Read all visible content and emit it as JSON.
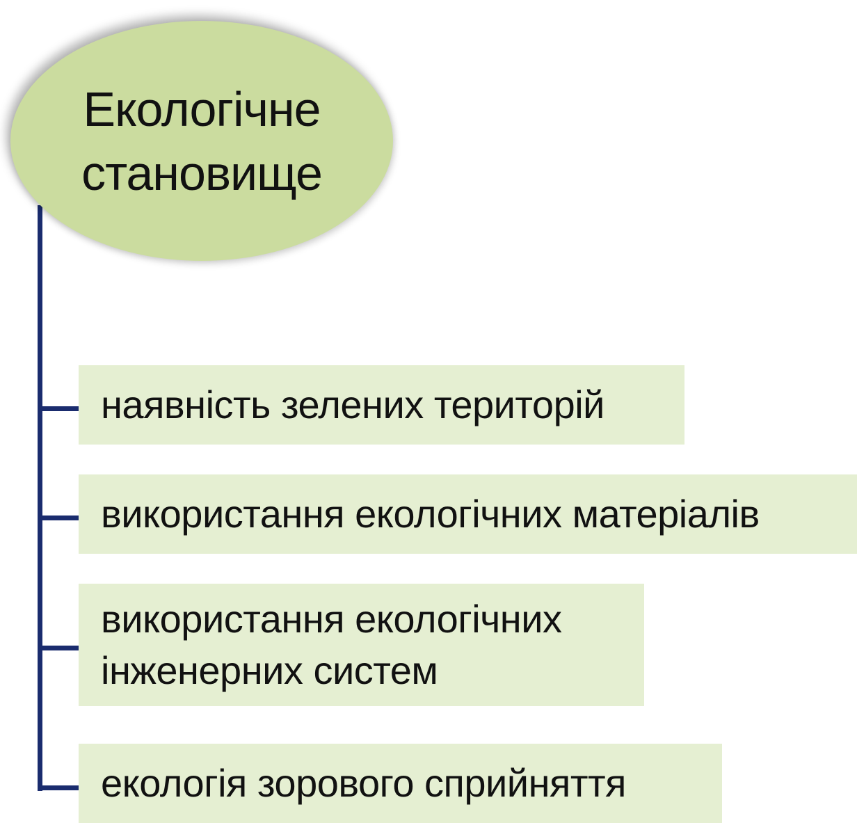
{
  "root": {
    "label": "Екологічне\nстановище"
  },
  "items": [
    {
      "label": "наявність зелених територій"
    },
    {
      "label": "використання екологічних матеріалів"
    },
    {
      "label": "використання екологічних\nінженерних систем"
    },
    {
      "label": "екологія зорового сприйняття"
    }
  ],
  "colors": {
    "root_fill": "#cbdc9f",
    "item_fill": "#e5efd2",
    "connector": "#1a2c6e",
    "text": "#111111"
  }
}
